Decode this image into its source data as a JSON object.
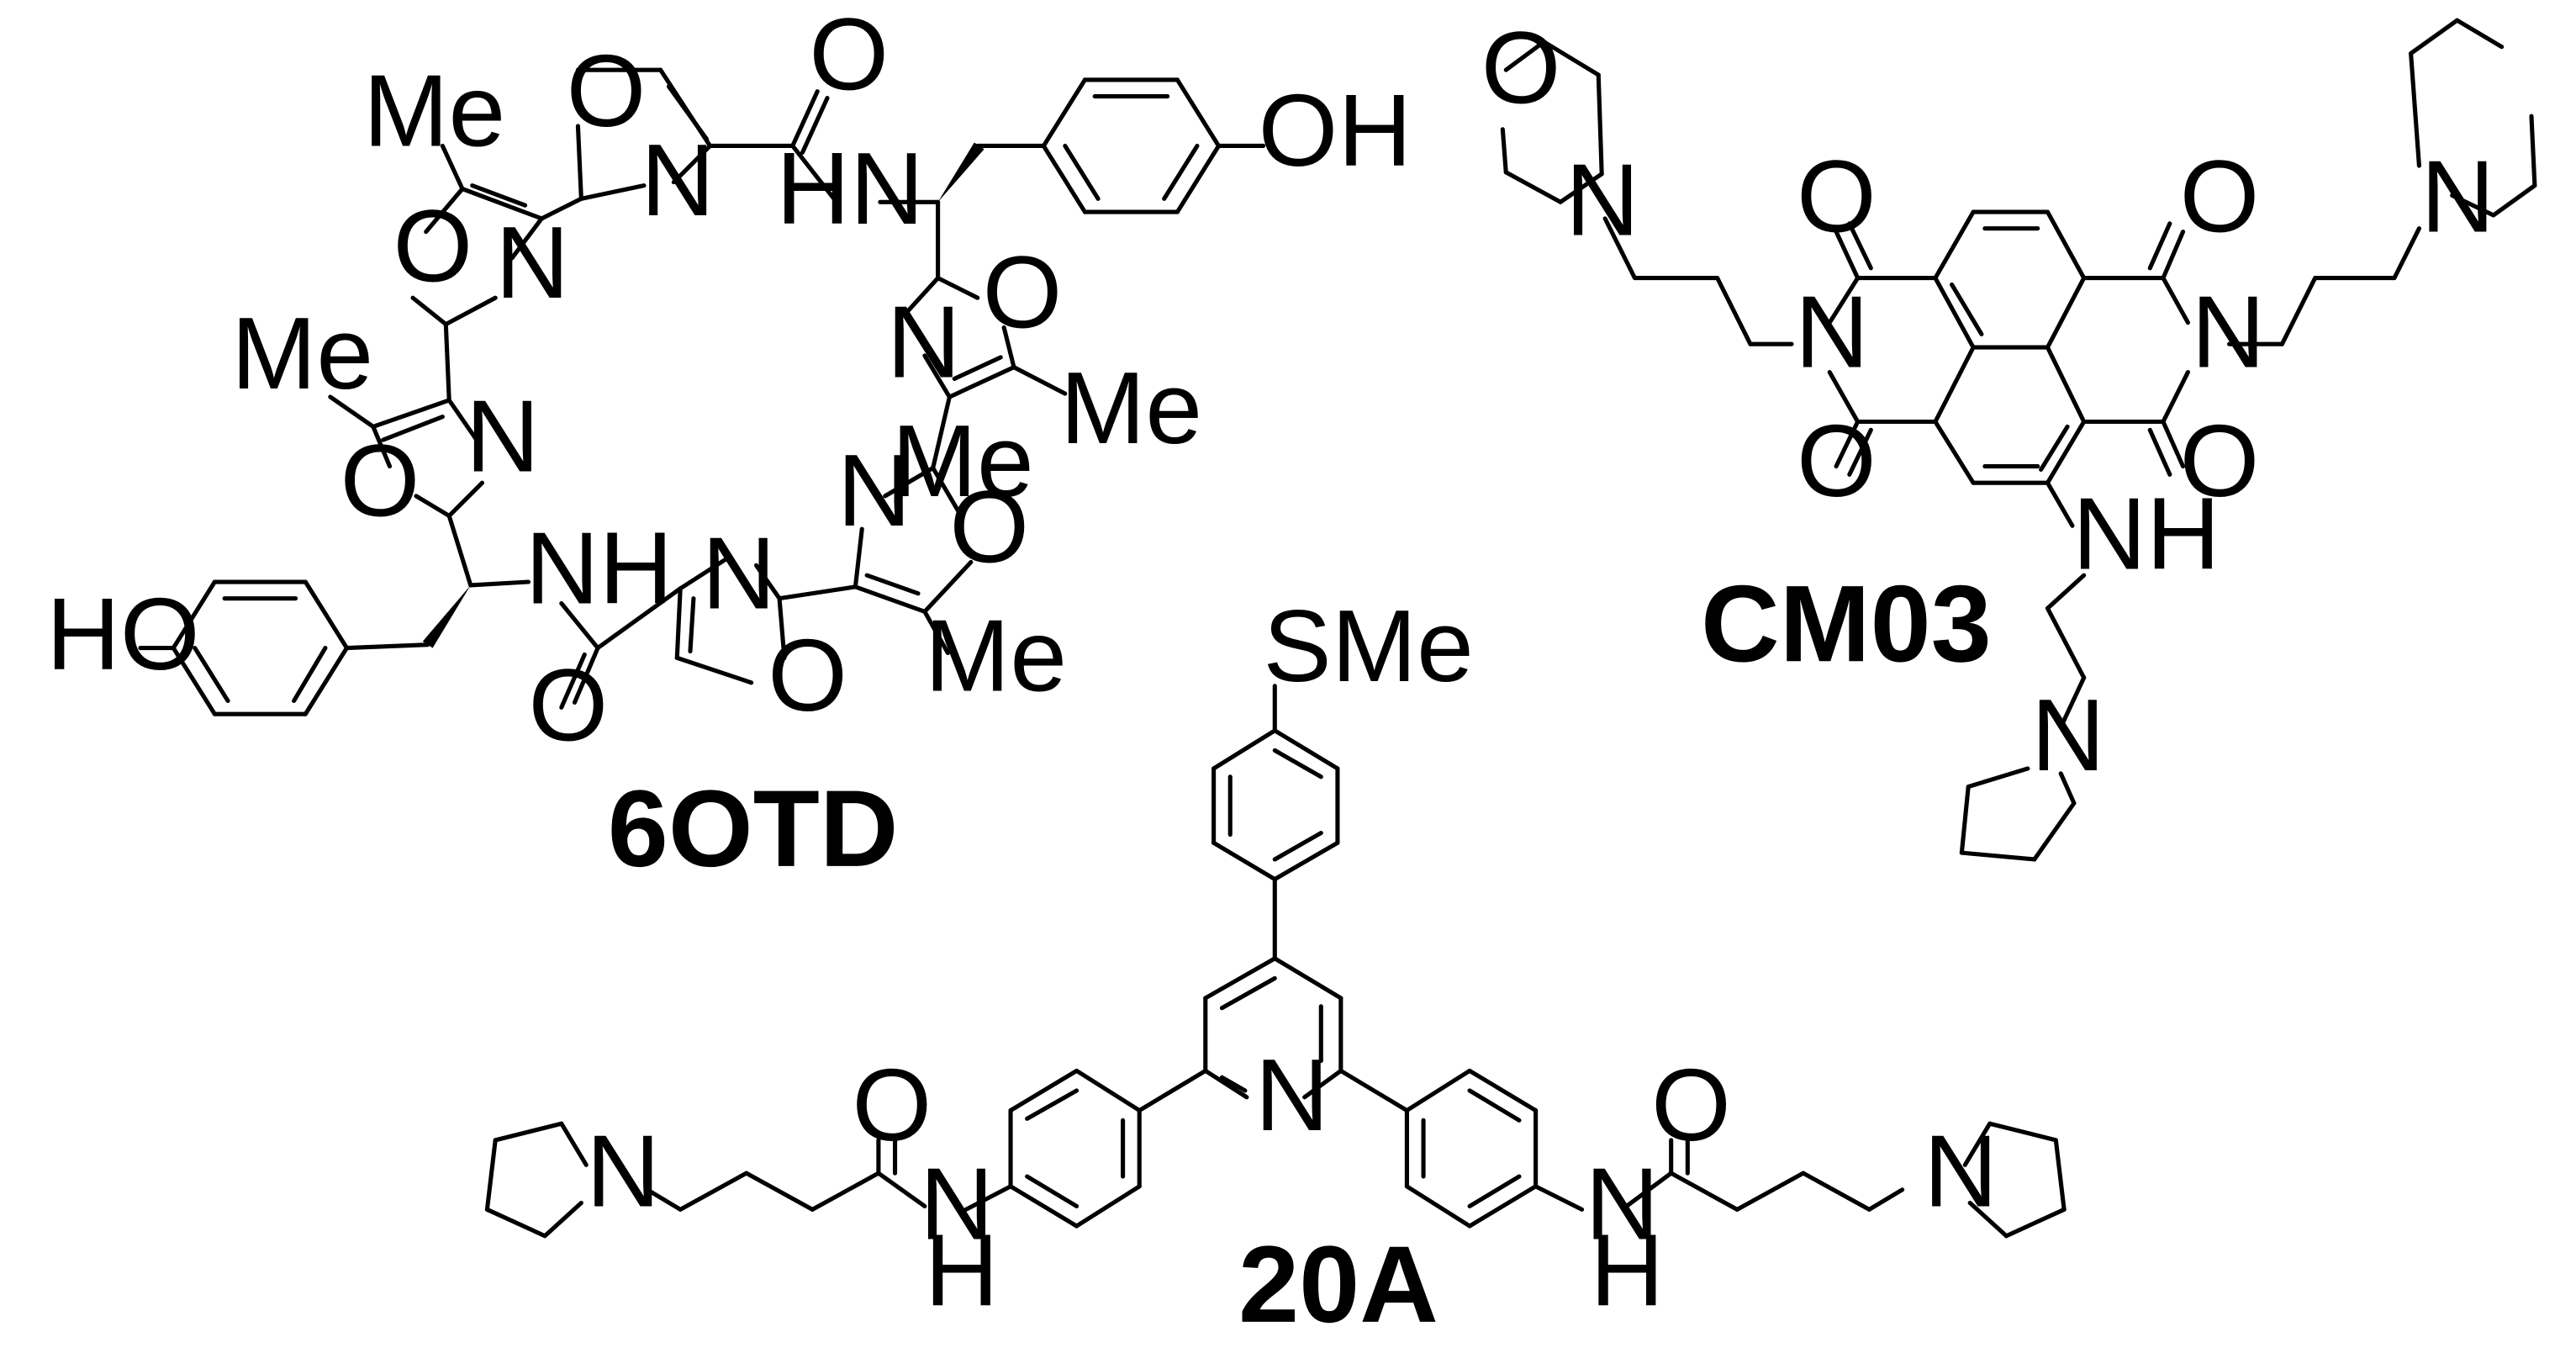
{
  "compounds": [
    {
      "id": "6otd",
      "name": "6OTD",
      "atom_labels": [
        "Me",
        "O",
        "N",
        "O",
        "HN",
        "OH",
        "O",
        "N",
        "O",
        "Me",
        "Me",
        "N",
        "O",
        "O",
        "N",
        "Me",
        "O",
        "N",
        "HO",
        "NH",
        "N",
        "O",
        "Me"
      ]
    },
    {
      "id": "cm03",
      "name": "CM03",
      "atom_labels": [
        "O",
        "N",
        "O",
        "O",
        "N",
        "N",
        "O",
        "O",
        "N",
        "NH",
        "N"
      ]
    },
    {
      "id": "20a",
      "name": "20A",
      "atom_labels": [
        "SMe",
        "N",
        "O",
        "N",
        "N",
        "H",
        "O",
        "N",
        "H",
        "N"
      ]
    }
  ]
}
